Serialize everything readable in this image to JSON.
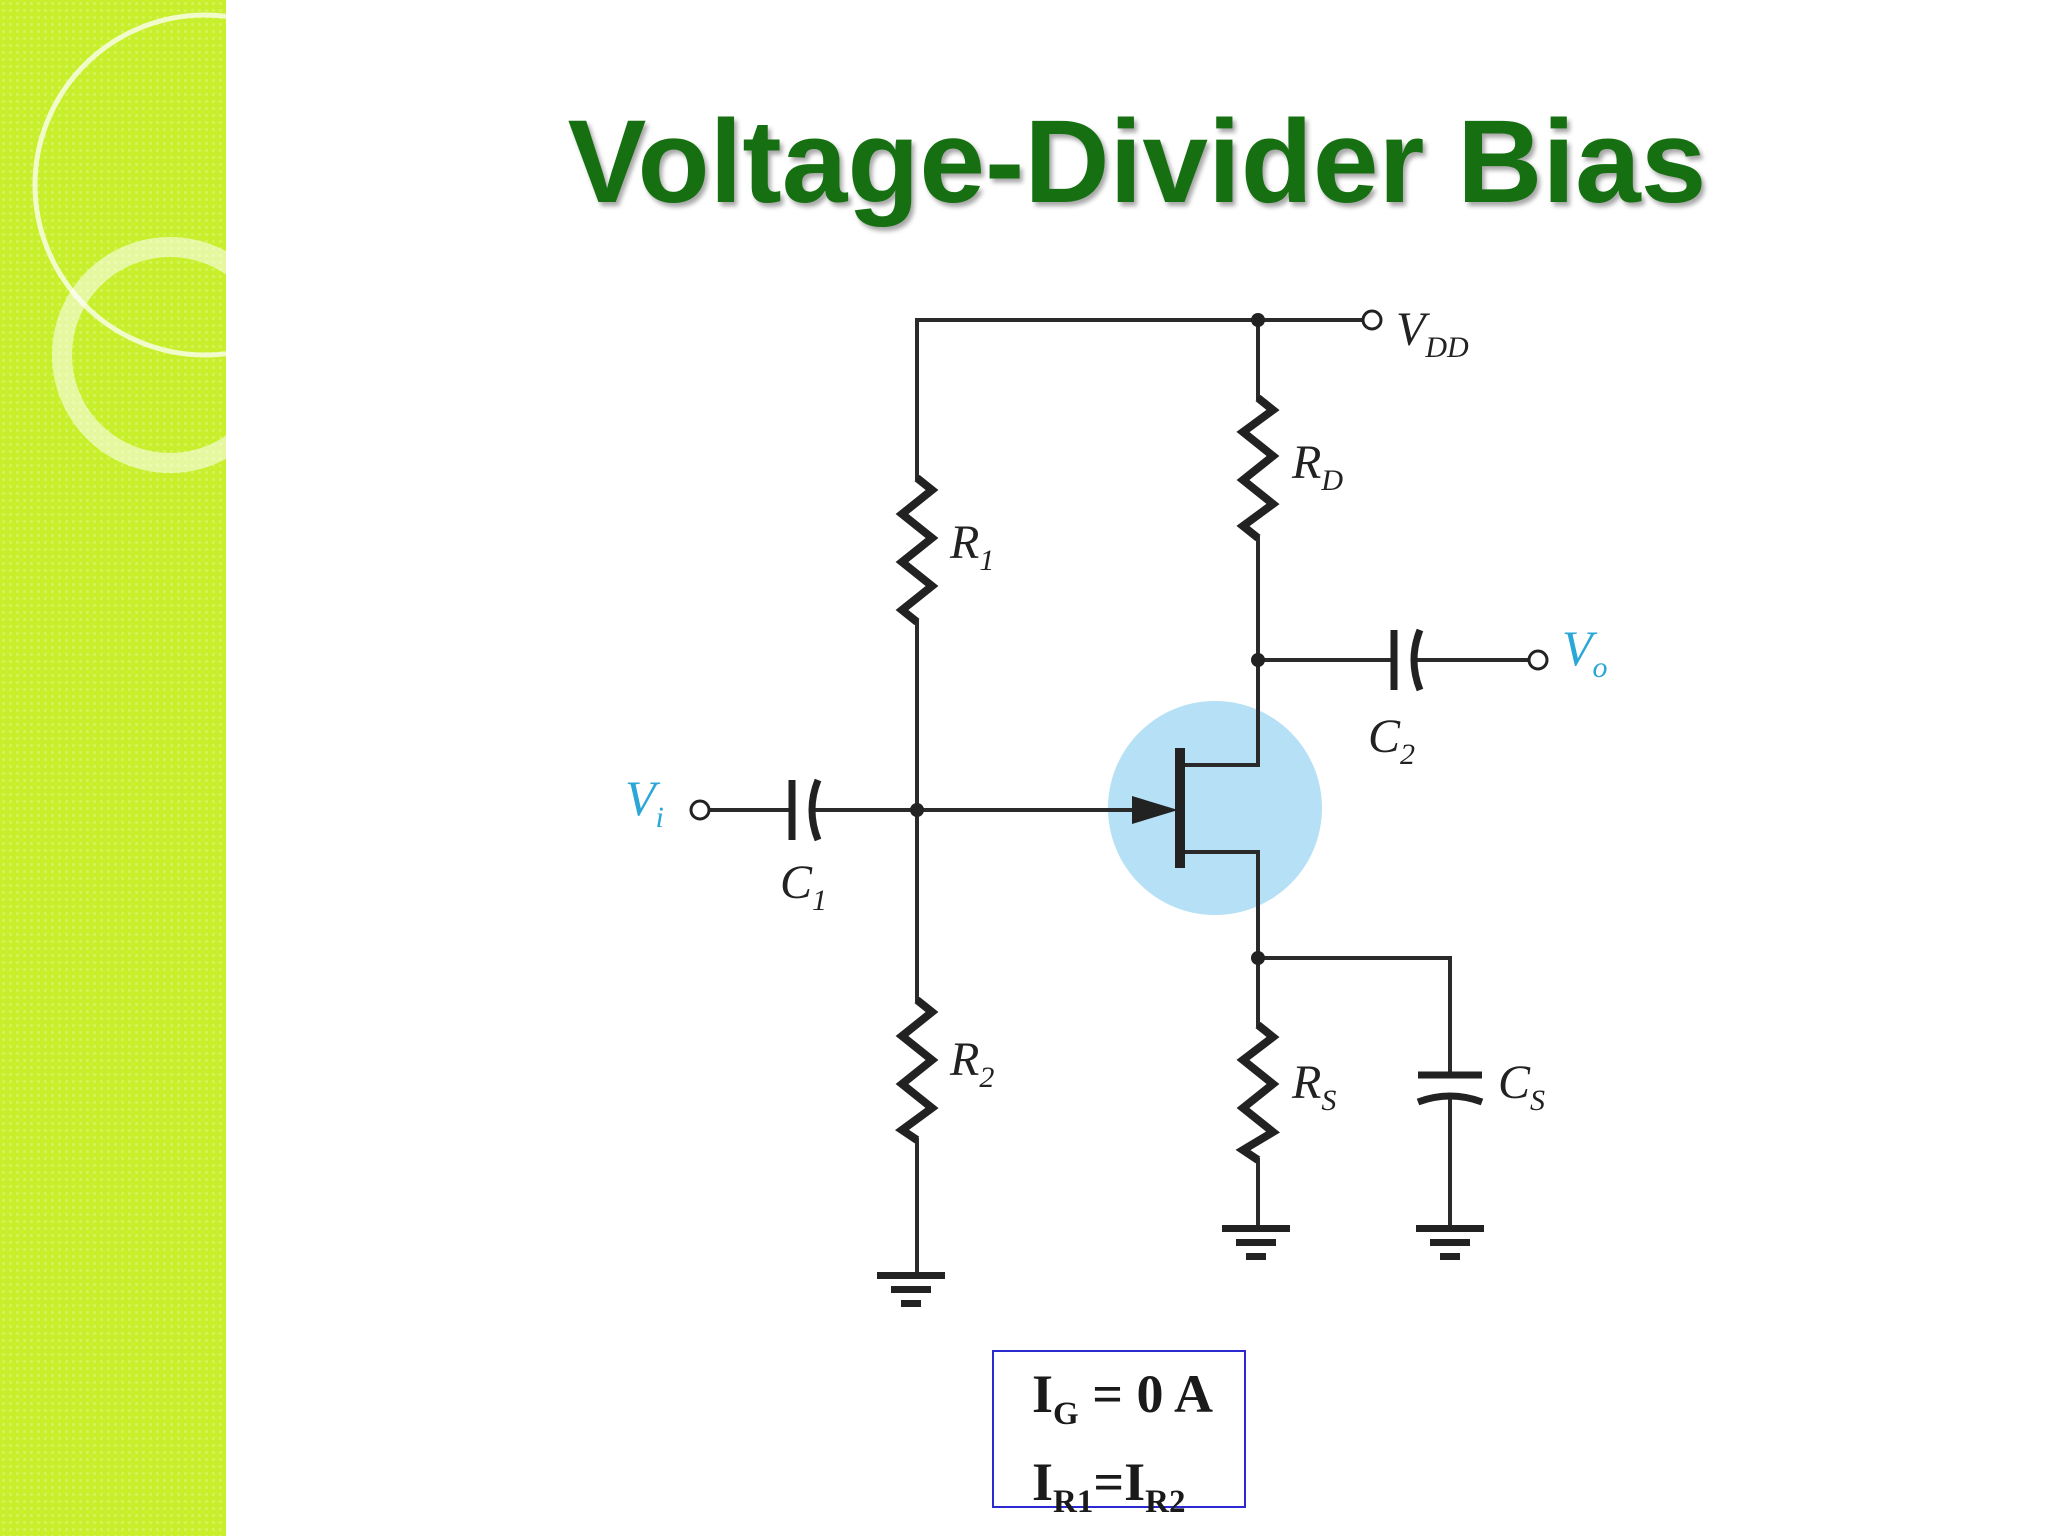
{
  "slide": {
    "title": "Voltage-Divider Bias"
  },
  "theme": {
    "sidebar_color": "#c8ef2c",
    "title_color": "#167012",
    "highlight_color": "#b5e0f5",
    "box_border": "#2a2ad0"
  },
  "circuit": {
    "labels": {
      "vdd": {
        "main": "V",
        "sub": "DD"
      },
      "rd": {
        "main": "R",
        "sub": "D"
      },
      "r1": {
        "main": "R",
        "sub": "1"
      },
      "r2": {
        "main": "R",
        "sub": "2"
      },
      "rs": {
        "main": "R",
        "sub": "S"
      },
      "cs": {
        "main": "C",
        "sub": "S"
      },
      "c1": {
        "main": "C",
        "sub": "1"
      },
      "c2": {
        "main": "C",
        "sub": "2"
      },
      "vi": {
        "main": "V",
        "sub": "i"
      },
      "vo": {
        "main": "V",
        "sub": "o"
      }
    },
    "transistor": {
      "type": "n-channel JFET",
      "highlighted": true
    }
  },
  "equations": {
    "line1": {
      "i": "I",
      "sub": "G",
      "rest": " = 0 A"
    },
    "line2": {
      "i1": "I",
      "sub1": "R1",
      "eq": "=",
      "i2": "I",
      "sub2": "R2"
    }
  }
}
